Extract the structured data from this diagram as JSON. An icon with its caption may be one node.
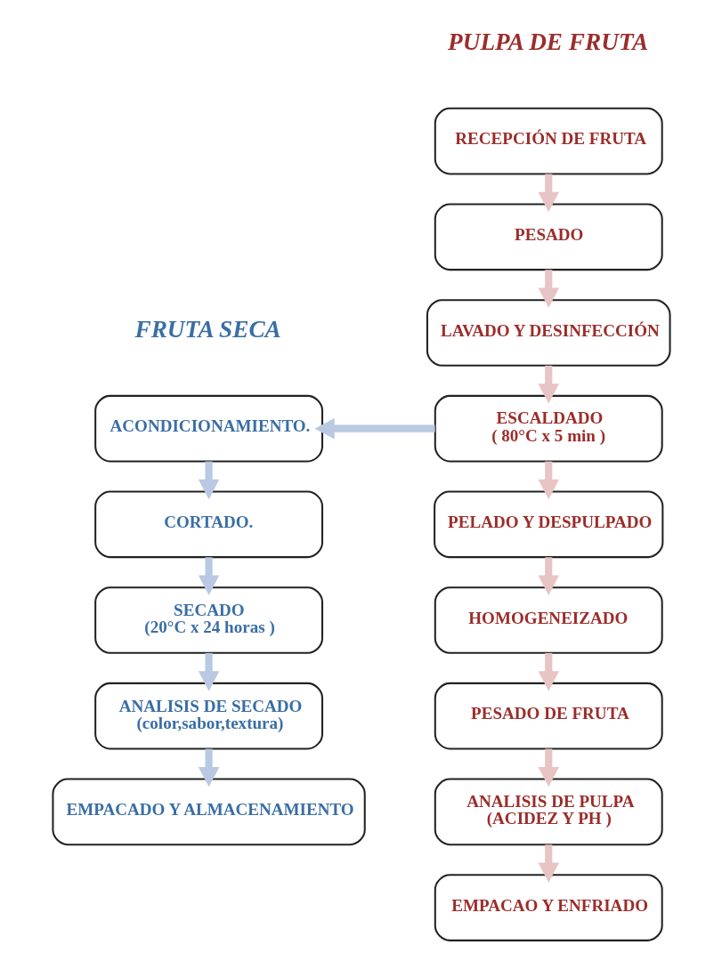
{
  "diagram": {
    "nodes": [
      {
        "text": [
          "RECEPCIÓN DE FRUTA"
        ]
      },
      {
        "text": [
          "PESADO"
        ]
      },
      {
        "text": [
          "LAVADO Y DESINFECCIÓN"
        ]
      },
      {
        "text": [
          "ESCALDADO",
          "( 80°C x 5 min )"
        ]
      },
      {
        "text": [
          "PELADO Y DESPULPADO"
        ]
      },
      {
        "text": [
          "HOMOGENEIZADO"
        ]
      },
      {
        "text": [
          "PESADO DE FRUTA"
        ]
      },
      {
        "text": [
          "ANALISIS DE PULPA",
          "(ACIDEZ Y PH )"
        ]
      },
      {
        "text": [
          "EMPACAO Y ENFRIADO"
        ]
      },
      {
        "text": [
          "ACONDICIONAMIENTO."
        ]
      },
      {
        "text": [
          "CORTADO."
        ]
      },
      {
        "text": [
          "SECADO",
          "(20°C x 24 horas )"
        ]
      },
      {
        "text": [
          "ANALISIS DE SECADO",
          "(color,sabor,textura)"
        ]
      },
      {
        "text": [
          "EMPACADO Y ALMACENAMIENTO"
        ]
      }
    ],
    "edges": [
      {
        "from": 0,
        "to": 1,
        "arrow": "to"
      },
      {
        "from": 1,
        "to": 2,
        "arrow": "to"
      },
      {
        "from": 2,
        "to": 3,
        "arrow": "to"
      },
      {
        "from": 3,
        "to": 4,
        "arrow": "to"
      },
      {
        "from": 4,
        "to": 5,
        "arrow": "to"
      },
      {
        "from": 5,
        "to": 6,
        "arrow": "to"
      },
      {
        "from": 6,
        "to": 7,
        "arrow": "to"
      },
      {
        "from": 7,
        "to": 8,
        "arrow": "to"
      },
      {
        "from": 3,
        "to": 9,
        "arrow": "to",
        "color": "#b9c9e2"
      },
      {
        "from": 9,
        "to": 10,
        "arrow": "to",
        "color": "#b9c9e2"
      },
      {
        "from": 10,
        "to": 11,
        "arrow": "to",
        "color": "#b9c9e2"
      },
      {
        "from": 11,
        "to": 12,
        "arrow": "to",
        "color": "#b9c9e2"
      },
      {
        "from": 12,
        "to": 13,
        "arrow": "to",
        "color": "#b9c9e2"
      }
    ],
    "labels": [
      "PULPA DE FRUTA",
      "FRUTA SECA"
    ]
  }
}
